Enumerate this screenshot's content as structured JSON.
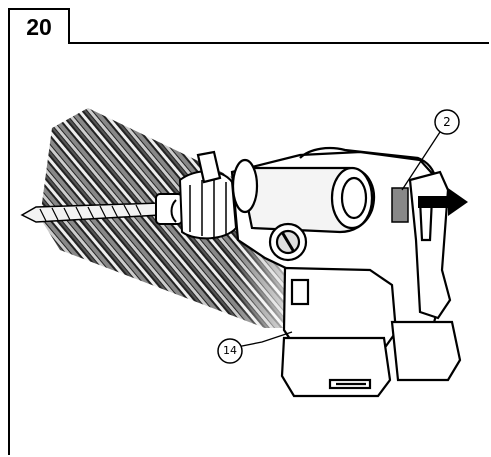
{
  "figure": {
    "number": "20",
    "callouts": [
      {
        "id": "callout-2",
        "label": "②"
      },
      {
        "id": "callout-14",
        "label": "⑭"
      }
    ]
  },
  "colors": {
    "ink": "#000000",
    "paper": "#ffffff",
    "body_light": "#e6e6e6",
    "body_mid": "#bdbdbd",
    "body_dark": "#555555"
  }
}
